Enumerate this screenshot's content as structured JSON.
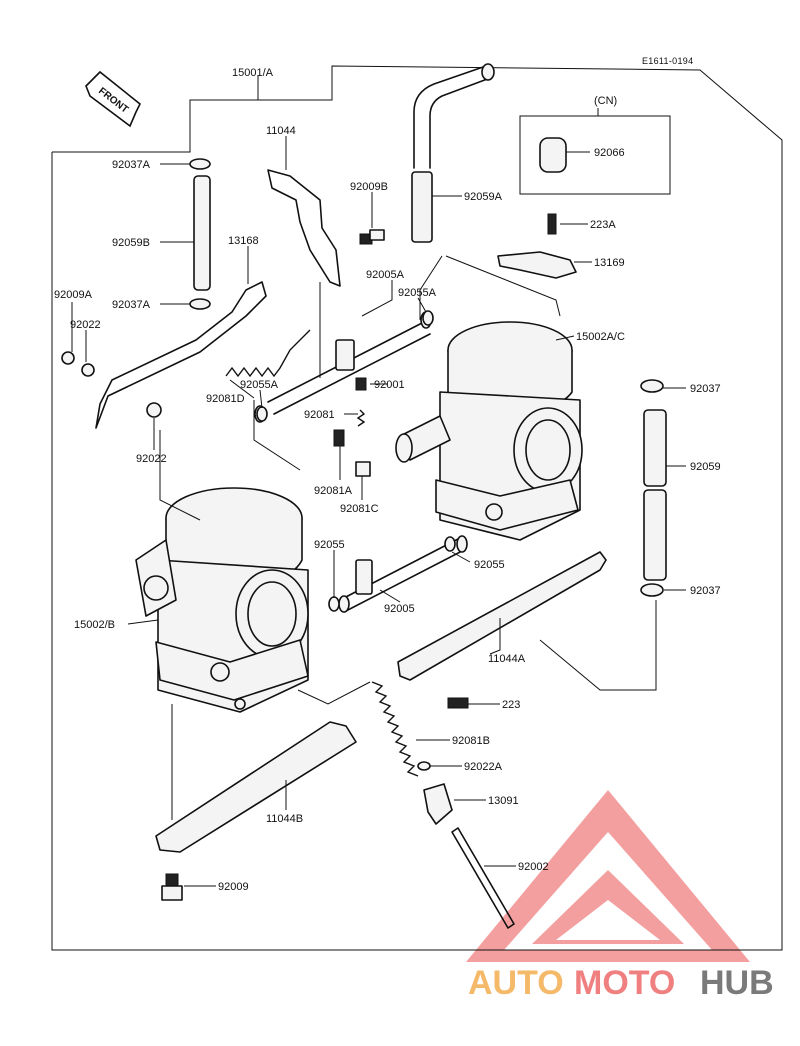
{
  "diagram": {
    "ref_code": "E1611-0194",
    "front_label": "FRONT",
    "cn_label": "(CN)",
    "parts": [
      {
        "id": "p1",
        "label": "15001/A"
      },
      {
        "id": "p2",
        "label": "11044"
      },
      {
        "id": "p3",
        "label": "92037A"
      },
      {
        "id": "p4",
        "label": "92009B"
      },
      {
        "id": "p5",
        "label": "92059A"
      },
      {
        "id": "p6",
        "label": "92066"
      },
      {
        "id": "p7",
        "label": "223A"
      },
      {
        "id": "p8",
        "label": "13169"
      },
      {
        "id": "p9",
        "label": "92059B"
      },
      {
        "id": "p10",
        "label": "13168"
      },
      {
        "id": "p11",
        "label": "92005A"
      },
      {
        "id": "p12",
        "label": "92055A"
      },
      {
        "id": "p13",
        "label": "92009A"
      },
      {
        "id": "p14",
        "label": "92037A"
      },
      {
        "id": "p15",
        "label": "92022"
      },
      {
        "id": "p16",
        "label": "15002A/C"
      },
      {
        "id": "p17",
        "label": "92055A"
      },
      {
        "id": "p18",
        "label": "92001"
      },
      {
        "id": "p19",
        "label": "92081D"
      },
      {
        "id": "p20",
        "label": "92037"
      },
      {
        "id": "p21",
        "label": "92081"
      },
      {
        "id": "p22",
        "label": "92022"
      },
      {
        "id": "p23",
        "label": "92059"
      },
      {
        "id": "p24",
        "label": "92081A"
      },
      {
        "id": "p25",
        "label": "92081C"
      },
      {
        "id": "p26",
        "label": "92055"
      },
      {
        "id": "p27",
        "label": "92055"
      },
      {
        "id": "p28",
        "label": "92037"
      },
      {
        "id": "p29",
        "label": "15002/B"
      },
      {
        "id": "p30",
        "label": "92005"
      },
      {
        "id": "p31",
        "label": "11044A"
      },
      {
        "id": "p32",
        "label": "223"
      },
      {
        "id": "p33",
        "label": "92081B"
      },
      {
        "id": "p34",
        "label": "92022A"
      },
      {
        "id": "p35",
        "label": "13091"
      },
      {
        "id": "p36",
        "label": "11044B"
      },
      {
        "id": "p37",
        "label": "92002"
      },
      {
        "id": "p38",
        "label": "92009"
      }
    ]
  },
  "watermark": {
    "part1": "AUTO",
    "part2": "MOTO",
    "part3": "HUB",
    "colors": {
      "auto": "#f5b96a",
      "moto": "#f08080",
      "hub": "#7a7a7a",
      "triangle": "#f08080"
    }
  }
}
